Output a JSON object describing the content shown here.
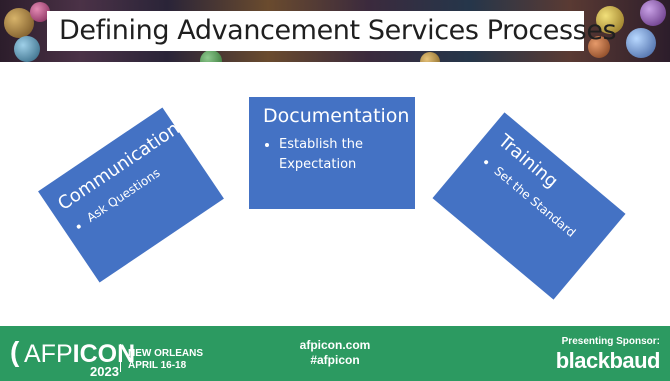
{
  "slide": {
    "title": "Defining Advancement Services Processes"
  },
  "boxes": {
    "left": {
      "heading": "Communication",
      "bullet": "Ask Questions"
    },
    "middle": {
      "heading": "Documentation",
      "bullet": "Establish the Expectation"
    },
    "right": {
      "heading": "Training",
      "bullet": "Set the Standard"
    }
  },
  "footer": {
    "afp": {
      "mark": "(",
      "name": "AFP",
      "icon": "ICON",
      "year": "2023",
      "city": "NEW ORLEANS",
      "dates": "APRIL 16-18"
    },
    "website": "afpicon.com",
    "hashtag": "#afpicon",
    "sponsor_label": "Presenting Sponsor:",
    "sponsor_name": "blackbaud"
  },
  "colors": {
    "box": "#4472c4",
    "footer": "#2c9a61"
  }
}
